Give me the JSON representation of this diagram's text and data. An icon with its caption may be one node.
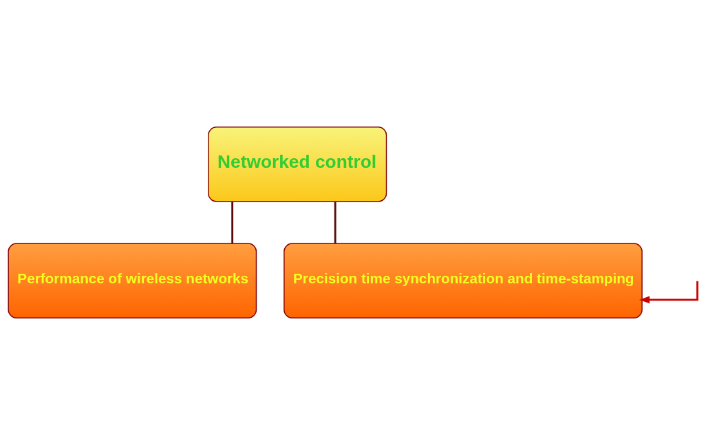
{
  "diagram": {
    "nodes": [
      {
        "text": [
          "Networked control"
        ]
      },
      {
        "text": [
          "Performance of wireless networks"
        ]
      },
      {
        "text": [
          "Precision time synchronization and time-stamping"
        ]
      }
    ],
    "edges": [
      {
        "from": 0,
        "to": 1,
        "arrow": "none"
      },
      {
        "from": 0,
        "to": 2,
        "arrow": "none"
      },
      {
        "from": null,
        "to": 2,
        "arrow": "to",
        "color": "#cc0000"
      }
    ]
  }
}
